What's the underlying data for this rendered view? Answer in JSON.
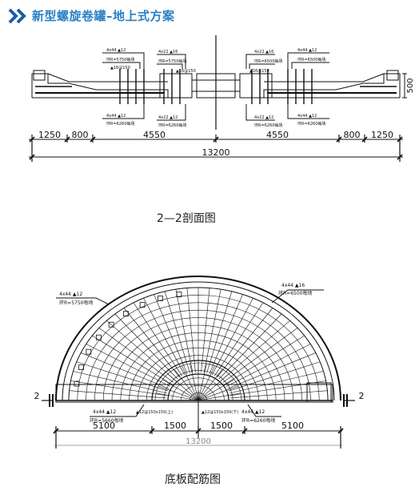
{
  "header": {
    "title": "新型螺旋卷罐–地上式方案",
    "accent_color": "#2a7fc4",
    "icon": "double-chevron-right-icon"
  },
  "section_view": {
    "caption": "2—2剖面图",
    "height_dim": "500",
    "dims_bottom": [
      "1250",
      "800",
      "4550",
      "4550",
      "800",
      "1250"
    ],
    "dim_total": "13200",
    "notes": [
      "4x44 ▲12",
      "环R=5750每场",
      "▲16@150",
      "4x22 ▲16",
      "环R=5750每场",
      "▲16@150",
      "4x44 ▲12",
      "环R=6260每场",
      "4x22 ▲12",
      "环R=6260每场",
      "4x22 ▲16",
      "环R=6500每场",
      "▲16@150",
      "4x44 ▲12",
      "环R=6500每场",
      "4x22 ▲12",
      "环R=6260每场",
      "4x44 ▲12",
      "环R=6260每场"
    ]
  },
  "plan_view": {
    "caption": "底板配筋图",
    "notes_top_left": [
      "4x44 ▲12",
      "环R=5750每场"
    ],
    "notes_top_right": [
      "4x44 ▲16",
      "环R=6500每场"
    ],
    "notes_bottom_left": [
      "4x44 ▲12",
      "环R=5660每场"
    ],
    "notes_bottom_right": [
      "4x44 ▲12",
      "环R=6260每场"
    ],
    "notes_center": [
      "▲12@150x150(上)",
      "▲12@150x150(下)"
    ],
    "section_mark": "2",
    "dims": [
      "5100",
      "1500",
      "1500",
      "5100"
    ],
    "dim_total": "13200"
  }
}
